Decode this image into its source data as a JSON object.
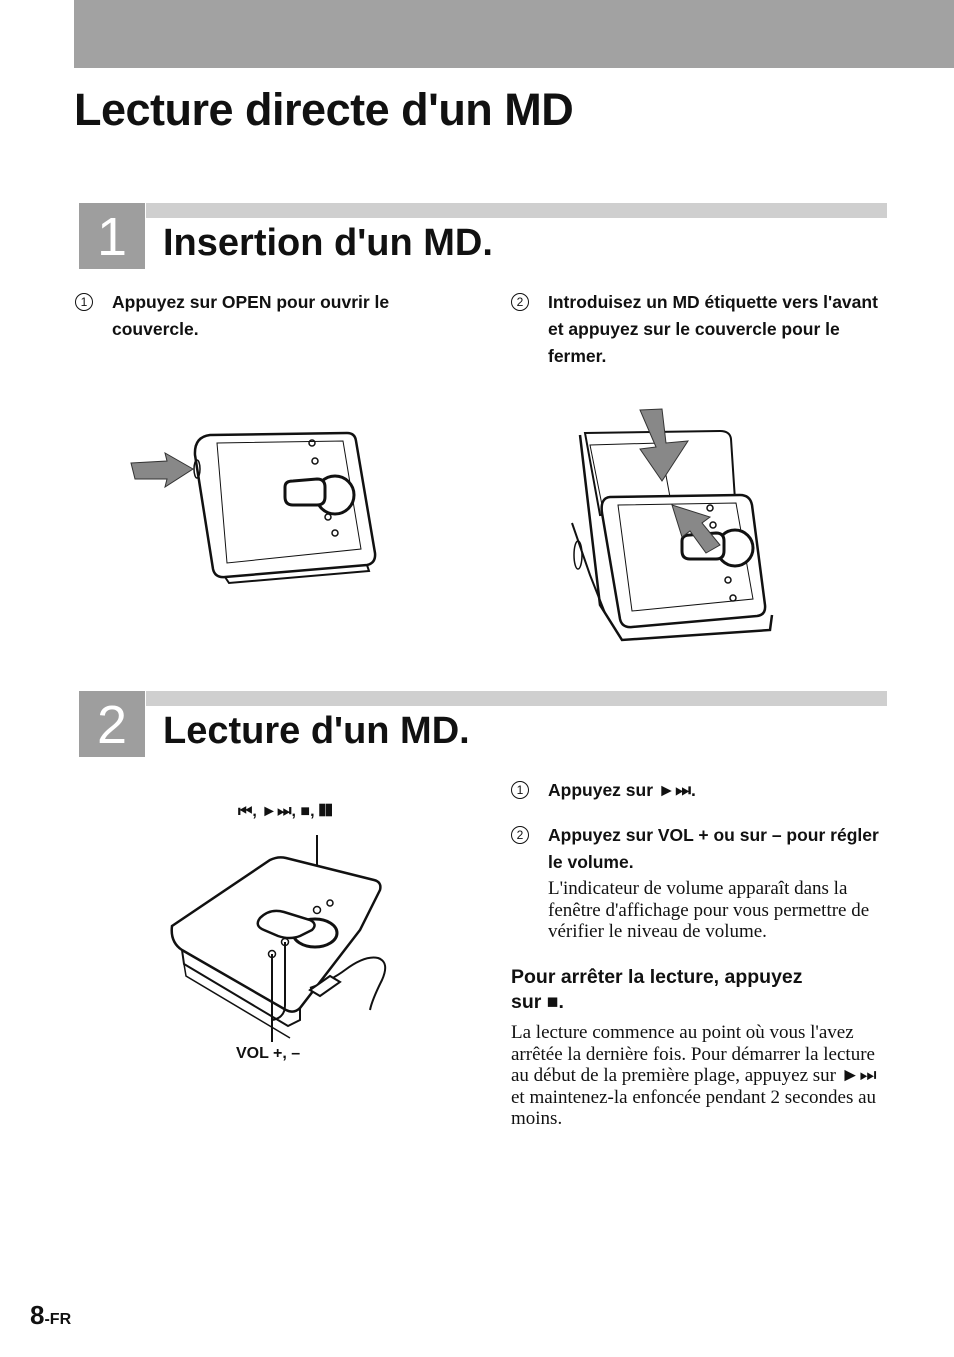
{
  "page": {
    "title": "Lecture directe d'un MD",
    "footer_number": "8",
    "footer_suffix": "-FR"
  },
  "section1": {
    "number": "1",
    "title": "Insertion d'un MD.",
    "steps": [
      {
        "num": "1",
        "text": "Appuyez sur OPEN pour ouvrir le couvercle."
      },
      {
        "num": "2",
        "text": "Introduisez un MD étiquette vers l'avant et appuyez sur le couvercle pour le fermer."
      }
    ]
  },
  "section2": {
    "number": "2",
    "title": "Lecture d'un MD.",
    "buttons_label": "⏮, ►⏭, ■, ❚❚",
    "vol_label": "VOL +, –",
    "steps": [
      {
        "num": "1",
        "text": "Appuyez sur ►⏭."
      },
      {
        "num": "2",
        "text": "Appuyez sur VOL + ou sur – pour régler le volume.",
        "note": "L'indicateur de volume apparaît dans la fenêtre d'affichage pour vous permettre de vérifier le niveau de volume."
      }
    ],
    "stop_heading": "Pour arrêter la lecture, appuyez sur ■.",
    "stop_text": "La lecture commence au point où vous l'avez arrêtée la dernière fois. Pour démarrer la lecture au début de la première plage, appuyez sur ►⏭ et maintenez-la enfoncée pendant 2 secondes au moins."
  }
}
